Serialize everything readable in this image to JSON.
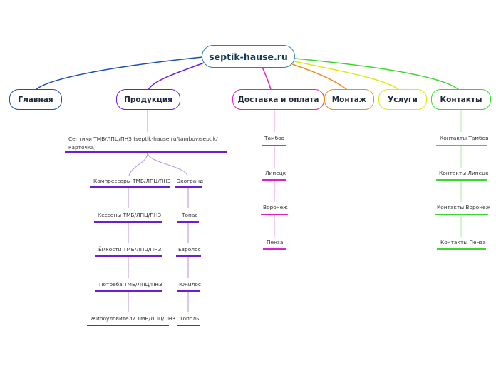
{
  "root": {
    "label": "septik-hause.ru",
    "color": "#2f7fae"
  },
  "branches": [
    {
      "id": "glavnaya",
      "label": "Главная",
      "color": "#1a4fb5"
    },
    {
      "id": "produkciya",
      "label": "Продукция",
      "color": "#6a1fd6"
    },
    {
      "id": "dostavka",
      "label": "Доставка и оплата",
      "color": "#e020c8"
    },
    {
      "id": "montazh",
      "label": "Монтаж",
      "color": "#f08c1a"
    },
    {
      "id": "uslugi",
      "label": "Услуги",
      "color": "#d8ec10"
    },
    {
      "id": "kontakty",
      "label": "Контакты",
      "color": "#3ad82c"
    }
  ],
  "produkciya": {
    "main": {
      "line1": "Септики ТМБ/ЛПЦ/ПНЗ (septik-hause.ru/tambov/septik/",
      "line2": "карточка)"
    },
    "left_column": [
      "Компрессоры ТМБ/ЛПЦ/ПНЗ",
      "Кессоны ТМБ/ЛПЦ/ПНЗ",
      "Ёмкости ТМБ/ЛПЦ/ПНЗ",
      "Потреба ТМБ/ЛПЦ/ПНЗ",
      "Жироуловители ТМБ/ЛПЦ/ПНЗ"
    ],
    "right_column": [
      "Экогранд",
      "Топас",
      "Евролос",
      "Юнилос",
      "Тополь"
    ]
  },
  "dostavka_items": [
    "Тамбов",
    "Липецк",
    "Воронеж",
    "Пенза"
  ],
  "kontakty_items": [
    "Контакты Тамбов",
    "Контакты Липецк",
    "Контакты Воронеж",
    "Контакты Пенза"
  ]
}
